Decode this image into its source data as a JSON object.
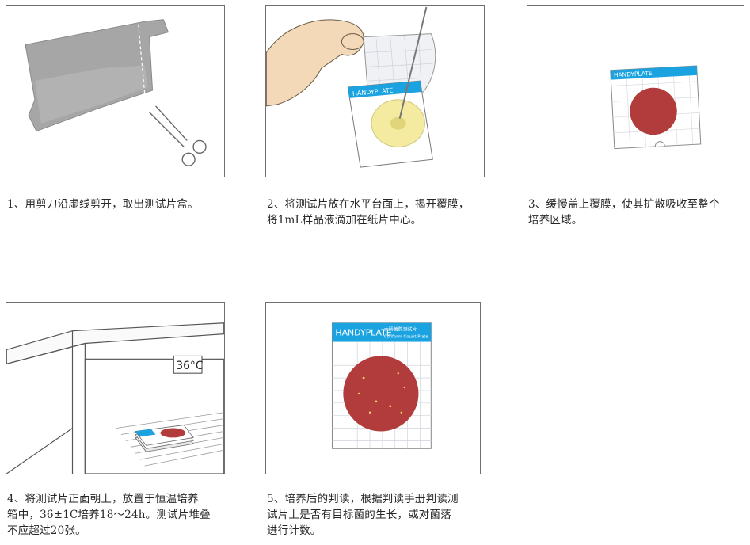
{
  "steps": [
    {
      "lines": [
        "1、用剪刀沿虚线剪开，取出测试片盒。"
      ]
    },
    {
      "lines": [
        "2、将测试片放在水平台面上，揭开覆膜，",
        "将1mL样品液滴加在纸片中心。"
      ]
    },
    {
      "lines": [
        "3、缓慢盖上覆膜，使其扩散吸收至整个",
        "培养区域。"
      ]
    },
    {
      "lines": [
        "4、将测试片正面朝上，放置于恒温培养",
        "箱中，36±1C培养18～24h。测试片堆叠",
        "不应超过20张。"
      ]
    },
    {
      "lines": [
        "5、培养后的判读，根据判读手册判读测",
        "试片上是否有目标菌的生长，或对菌落",
        "进行计数。"
      ]
    }
  ],
  "brand": "HANDYPLATE",
  "plate_subtitle": "大肠菌群测试片",
  "plate_subtitle_en": "Coliform Count Plate",
  "incubator_temp": "36°C",
  "colors": {
    "border": "#6f6f6f",
    "header_blue": "#1aa3e0",
    "colony_red": "#b23c3c",
    "sample_yellow": "#f4eaa0",
    "bag_gray": "#a6a6a6"
  }
}
